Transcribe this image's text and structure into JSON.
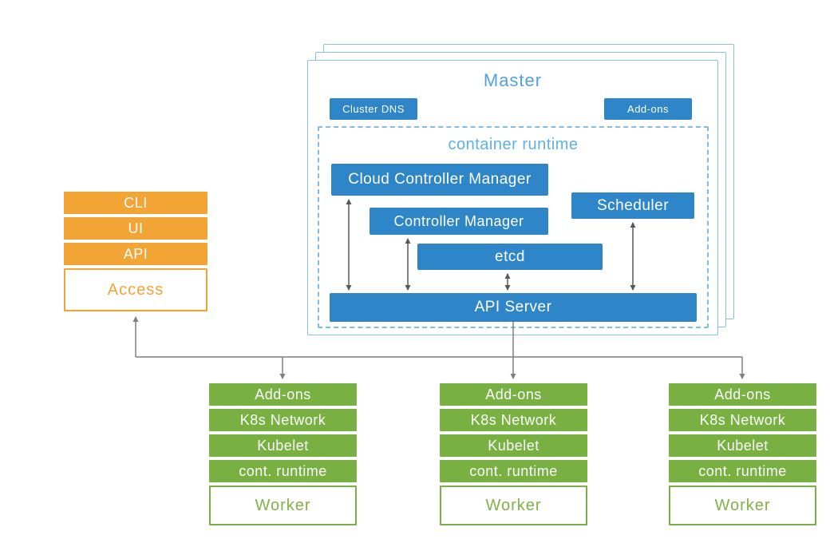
{
  "master": {
    "title": "Master",
    "cluster_dns_label": "Cluster DNS",
    "addons_label": "Add-ons",
    "container_runtime": {
      "title": "container runtime",
      "cloud_controller_manager": "Cloud Controller Manager",
      "controller_manager": "Controller Manager",
      "scheduler": "Scheduler",
      "etcd": "etcd",
      "api_server": "API Server"
    }
  },
  "access": {
    "cli": "CLI",
    "ui": "UI",
    "api": "API",
    "label": "Access"
  },
  "worker": {
    "rows": [
      "Add-ons",
      "K8s Network",
      "Kubelet",
      "cont. runtime"
    ],
    "label": "Worker"
  },
  "colors": {
    "component_blue": "#2e86c8",
    "light_blue_text": "#4fa3dc",
    "dashed_border_blue": "#7fbce8",
    "access_orange": "#f2a434",
    "worker_green": "#78b041",
    "connector_gray": "#7f7f7f",
    "arrow_dark_gray": "#595959"
  }
}
